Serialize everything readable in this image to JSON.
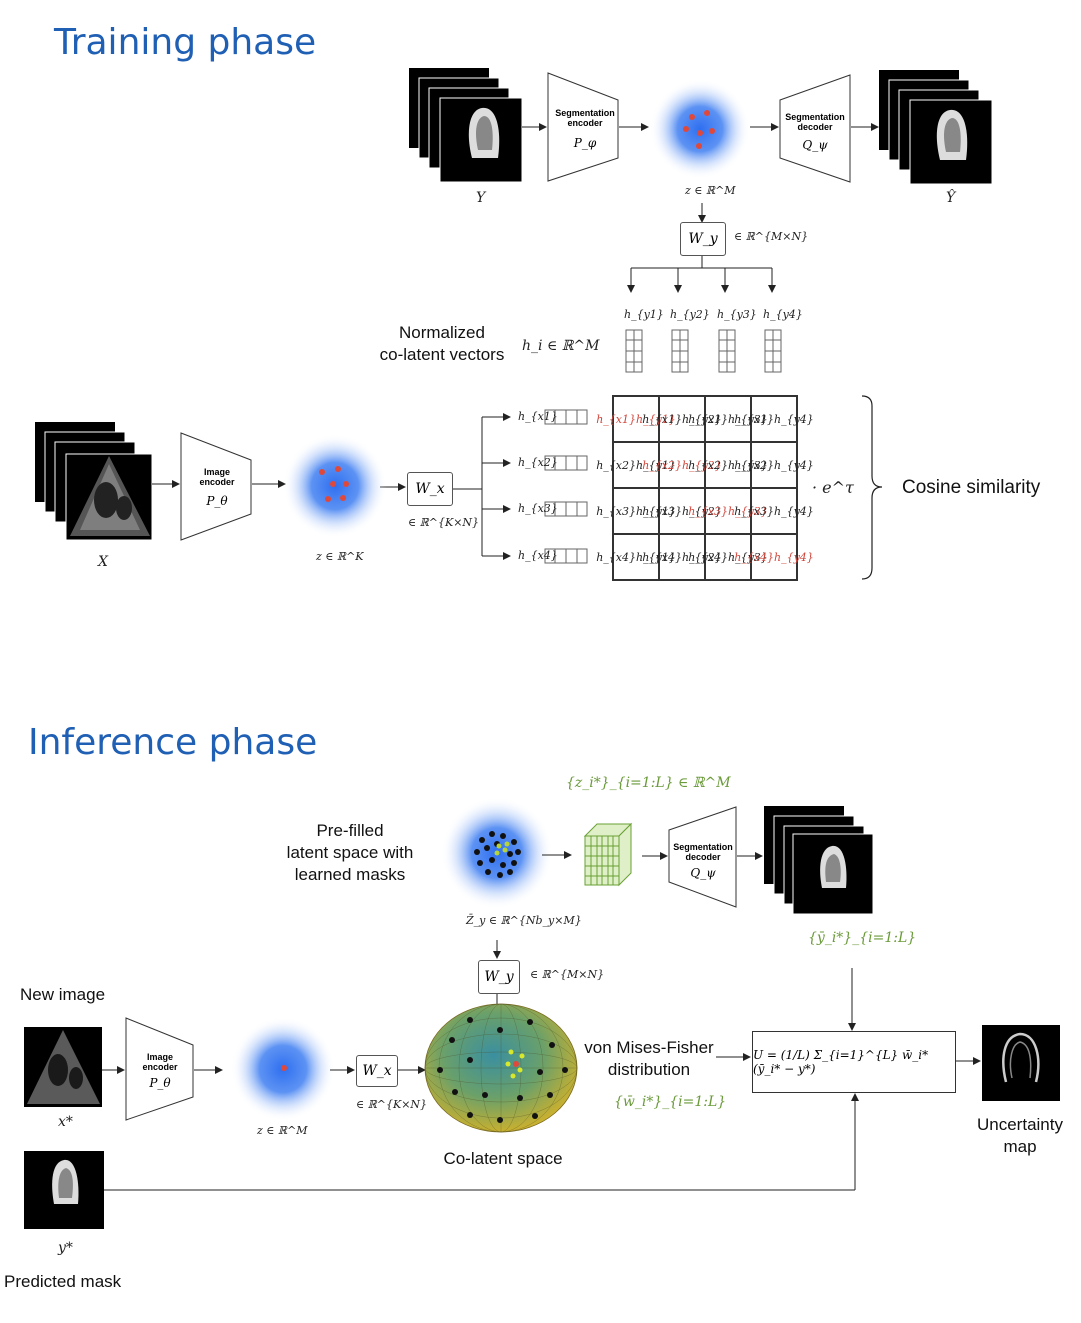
{
  "training": {
    "title": "Training phase",
    "seg_encoder": {
      "label": "Segmentation encoder",
      "symbol": "P_φ"
    },
    "seg_decoder": {
      "label": "Segmentation decoder",
      "symbol": "Q_ψ"
    },
    "y_label": "Y",
    "yhat_label": "Ŷ",
    "z_seg": "z ∈ ℝ^M",
    "wy": {
      "label": "W_y",
      "dim": "∈ ℝ^{M×N}"
    },
    "h_y": [
      "h_{y1}",
      "h_{y2}",
      "h_{y3}",
      "h_{y4}"
    ],
    "normalized_label": "Normalized\nco-latent vectors",
    "hi_label": "h_i ∈ ℝ^M",
    "img_encoder": {
      "label": "Image encoder",
      "symbol": "P_θ"
    },
    "x_label": "X",
    "z_img": "z ∈ ℝ^K",
    "wx": {
      "label": "W_x",
      "dim": "∈ ℝ^{K×N}"
    },
    "h_x": [
      "h_{x1}",
      "h_{x2}",
      "h_{x3}",
      "h_{x4}"
    ],
    "matrix": [
      [
        "h_{x1}h_{y1}",
        "h_{x1}h_{y2}",
        "h_{x1}h_{y3}",
        "h_{x1}h_{y4}"
      ],
      [
        "h_{x2}h_{y1}",
        "h_{x2}h_{y2}",
        "h_{x2}h_{y3}",
        "h_{x2}h_{y4}"
      ],
      [
        "h_{x3}h_{y1}",
        "h_{x3}h_{y2}",
        "h_{x3}h_{y3}",
        "h_{x3}h_{y4}"
      ],
      [
        "h_{x4}h_{y1}",
        "h_{x4}h_{y2}",
        "h_{x4}h_{y3}",
        "h_{x4}h_{y4}"
      ]
    ],
    "temp": "· e^τ",
    "cosine_label": "Cosine similarity"
  },
  "inference": {
    "title": "Inference phase",
    "z_star": "{z_i*}_{i=1:L} ∈ ℝ^M",
    "prefilled_label": "Pre-filled\nlatent space with\nlearned masks",
    "zbar_label": "Z̄_y ∈ ℝ^{Nb_y×M}",
    "seg_decoder": {
      "label": "Segmentation decoder",
      "symbol": "Q_ψ"
    },
    "y_star_set": "{ȳ_i*}_{i=1:L}",
    "wy": {
      "label": "W_y",
      "dim": "∈ ℝ^{M×N}"
    },
    "new_image_label": "New image",
    "img_encoder": {
      "label": "Image encoder",
      "symbol": "P_θ"
    },
    "x_star": "x*",
    "z_m": "z ∈ ℝ^M",
    "wx": {
      "label": "W_x",
      "dim": "∈ ℝ^{K×N}"
    },
    "colatent_label": "Co-latent space",
    "vmf_label": "von Mises-Fisher\ndistribution",
    "w_star": "{w̄_i*}_{i=1:L}",
    "formula": "U = (1/L) Σ_{i=1}^{L} w̄_i* (ȳ_i* − y*)",
    "uncertainty_label": "Uncertainty\nmap",
    "y_star": "y*",
    "predicted_mask_label": "Predicted mask"
  },
  "colors": {
    "title": "#1f5fb4",
    "blob": "#3b7cf0",
    "red": "#d0463c",
    "green": "#6a9a3a"
  }
}
